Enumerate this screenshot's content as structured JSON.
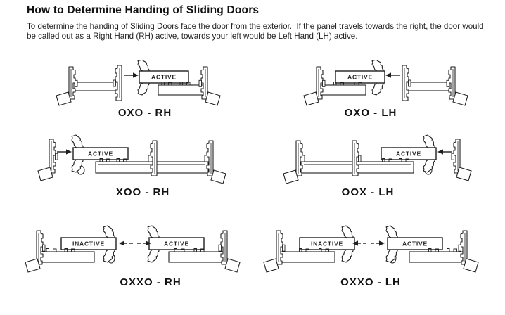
{
  "header": {
    "title": "How to Determine Handing of Sliding Doors"
  },
  "intro": {
    "line1": "To determine the handing of Sliding Doors face the door from the exterior.  If the panel travels towards the right, the door would",
    "line2": "be called out as a Right Hand (RH) active, towards your left would be Left Hand (LH) active."
  },
  "colors": {
    "ink": "#1f1f1f",
    "paper": "#ffffff"
  },
  "diagrams": [
    {
      "id": "oxo-rh",
      "caption": "OXO - RH",
      "layout": "oxo",
      "mirrored": false,
      "handing": "RH",
      "travel": "right",
      "panel_labels": {
        "active": "ACTIVE"
      }
    },
    {
      "id": "oxo-lh",
      "caption": "OXO - LH",
      "layout": "oxo",
      "mirrored": true,
      "handing": "LH",
      "travel": "left",
      "panel_labels": {
        "active": "ACTIVE"
      }
    },
    {
      "id": "xoo-rh",
      "caption": "XOO - RH",
      "layout": "xoo",
      "mirrored": false,
      "handing": "RH",
      "travel": "right",
      "panel_labels": {
        "active": "ACTIVE"
      }
    },
    {
      "id": "oox-lh",
      "caption": "OOX - LH",
      "layout": "xoo",
      "mirrored": true,
      "handing": "LH",
      "travel": "left",
      "panel_labels": {
        "active": "ACTIVE"
      }
    },
    {
      "id": "oxxo-rh",
      "caption": "OXXO - RH",
      "layout": "oxxo",
      "mirrored": false,
      "handing": "RH",
      "travel": "right",
      "panel_labels": {
        "left": "INACTIVE",
        "right": "ACTIVE"
      }
    },
    {
      "id": "oxxo-lh",
      "caption": "OXXO - LH",
      "layout": "oxxo",
      "mirrored": true,
      "handing": "LH",
      "travel": "left",
      "panel_labels": {
        "left": "ACTIVE",
        "right": "INACTIVE"
      }
    }
  ]
}
